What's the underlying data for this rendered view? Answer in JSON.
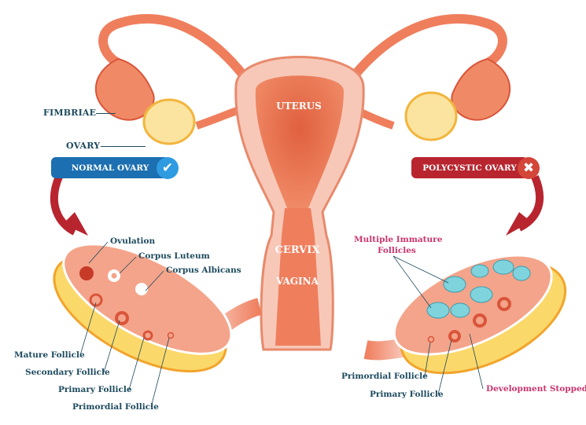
{
  "anatomy": {
    "fimbriae": "FIMBRIAE",
    "ovary": "OVARY",
    "uterus": "UTERUS",
    "cervix": "CERVIX",
    "vagina": "VAGINA"
  },
  "normal": {
    "badge": "NORMAL OVARY",
    "icon": "check-icon",
    "labels": {
      "ovulation": "Ovulation",
      "corpus_luteum": "Corpus Luteum",
      "corpus_albicans": "Corpus Albicans",
      "mature": "Mature Follicle",
      "secondary": "Secondary Follicle",
      "primary": "Primary Follicle",
      "primordial": "Primordial Follicle"
    }
  },
  "polycystic": {
    "badge": "POLYCYSTIC OVARY",
    "icon": "x-icon",
    "labels": {
      "immature_1": "Multiple Immature",
      "immature_2": "Follicles",
      "primordial": "Primordial Follicle",
      "primary": "Primary Follicle",
      "stopped": "Development Stopped"
    }
  },
  "colors": {
    "label": "#1d4a5e",
    "highlight": "#c9356e",
    "normal": "#1c6fb0",
    "polycystic": "#b8252f"
  }
}
